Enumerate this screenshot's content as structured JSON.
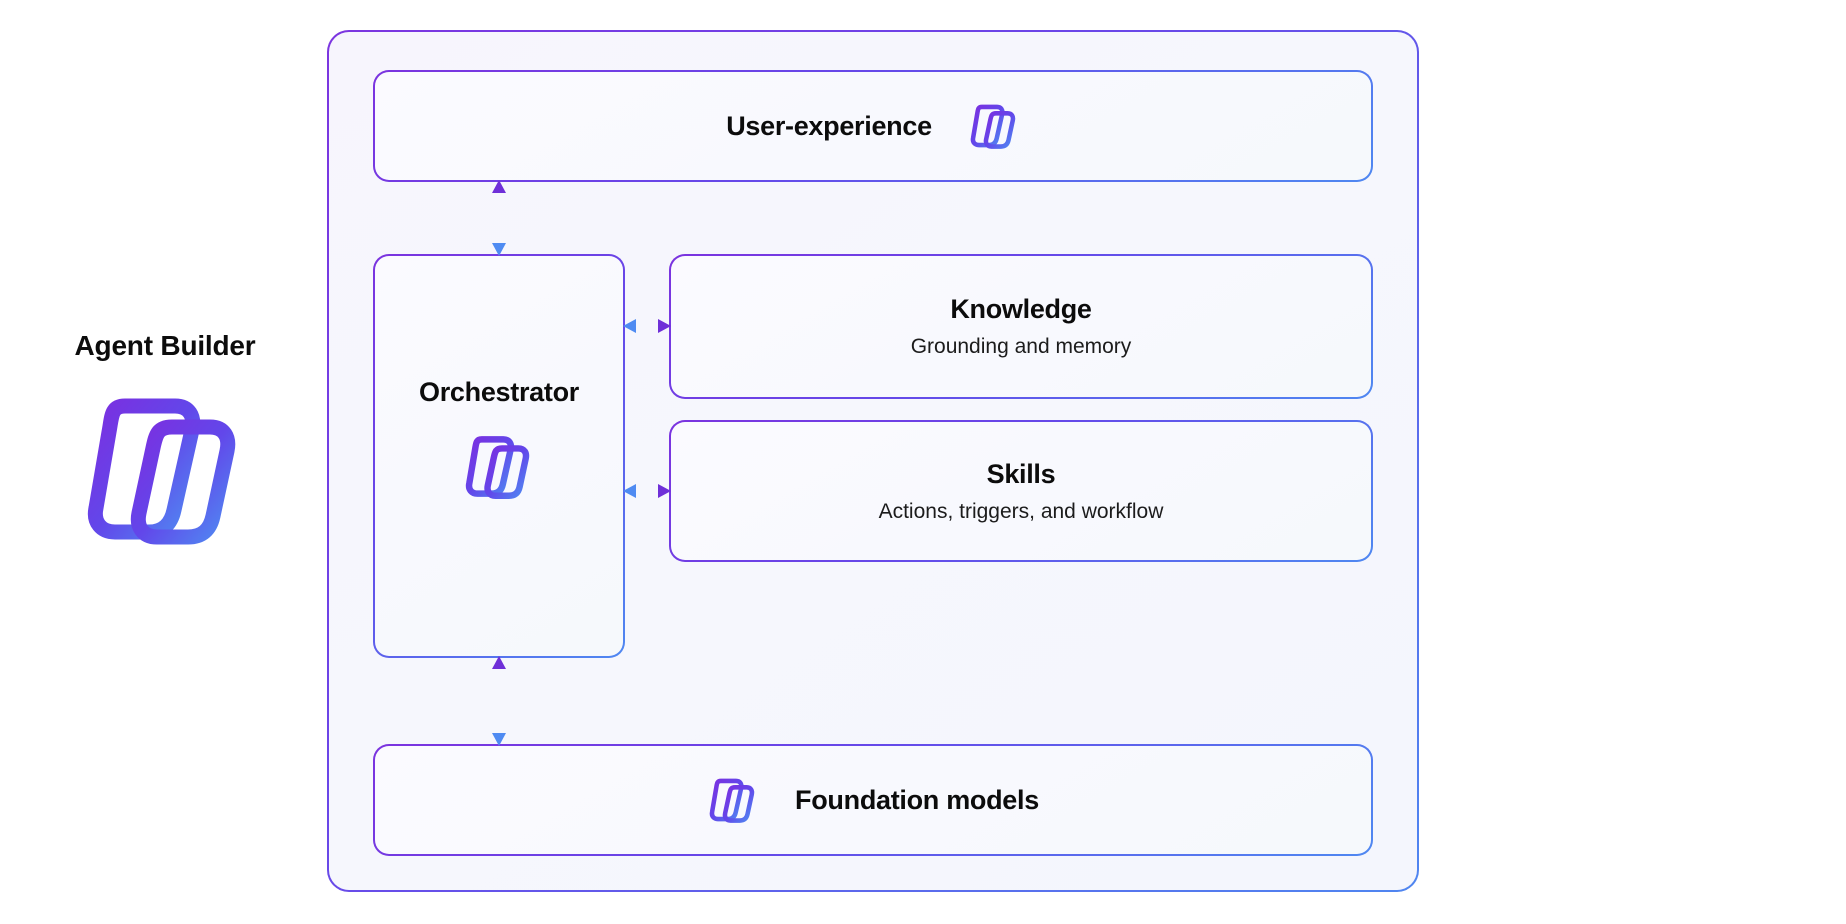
{
  "brand": {
    "title": "Agent Builder",
    "logo_icon": "copilot-logo-icon"
  },
  "diagram": {
    "type": "architecture-block-diagram",
    "container_name": "agent-architecture-container",
    "border_gradient_from": "#7c35e0",
    "border_gradient_to": "#4f86f0",
    "background": "#f6f7fd",
    "blocks": [
      {
        "id": "user-experience",
        "title": "User-experience",
        "subtitle": "",
        "icon": "copilot-logo-icon",
        "icon_position": "right"
      },
      {
        "id": "orchestrator",
        "title": "Orchestrator",
        "subtitle": "",
        "icon": "copilot-logo-icon",
        "icon_position": "below"
      },
      {
        "id": "knowledge",
        "title": "Knowledge",
        "subtitle": "Grounding and memory",
        "icon": "",
        "icon_position": "none"
      },
      {
        "id": "skills",
        "title": "Skills",
        "subtitle": "Actions, triggers, and workflow",
        "icon": "",
        "icon_position": "none"
      },
      {
        "id": "foundation-models",
        "title": "Foundation models",
        "subtitle": "",
        "icon": "copilot-logo-icon",
        "icon_position": "left"
      }
    ],
    "connectors": [
      {
        "id": "ux-orchestrator",
        "from": "user-experience",
        "to": "orchestrator",
        "orientation": "vertical",
        "double_headed": true
      },
      {
        "id": "orchestrator-knowledge",
        "from": "orchestrator",
        "to": "knowledge",
        "orientation": "horizontal",
        "double_headed": true
      },
      {
        "id": "orchestrator-skills",
        "from": "orchestrator",
        "to": "skills",
        "orientation": "horizontal",
        "double_headed": true
      },
      {
        "id": "orchestrator-foundation",
        "from": "orchestrator",
        "to": "foundation-models",
        "orientation": "vertical",
        "double_headed": true
      }
    ]
  }
}
